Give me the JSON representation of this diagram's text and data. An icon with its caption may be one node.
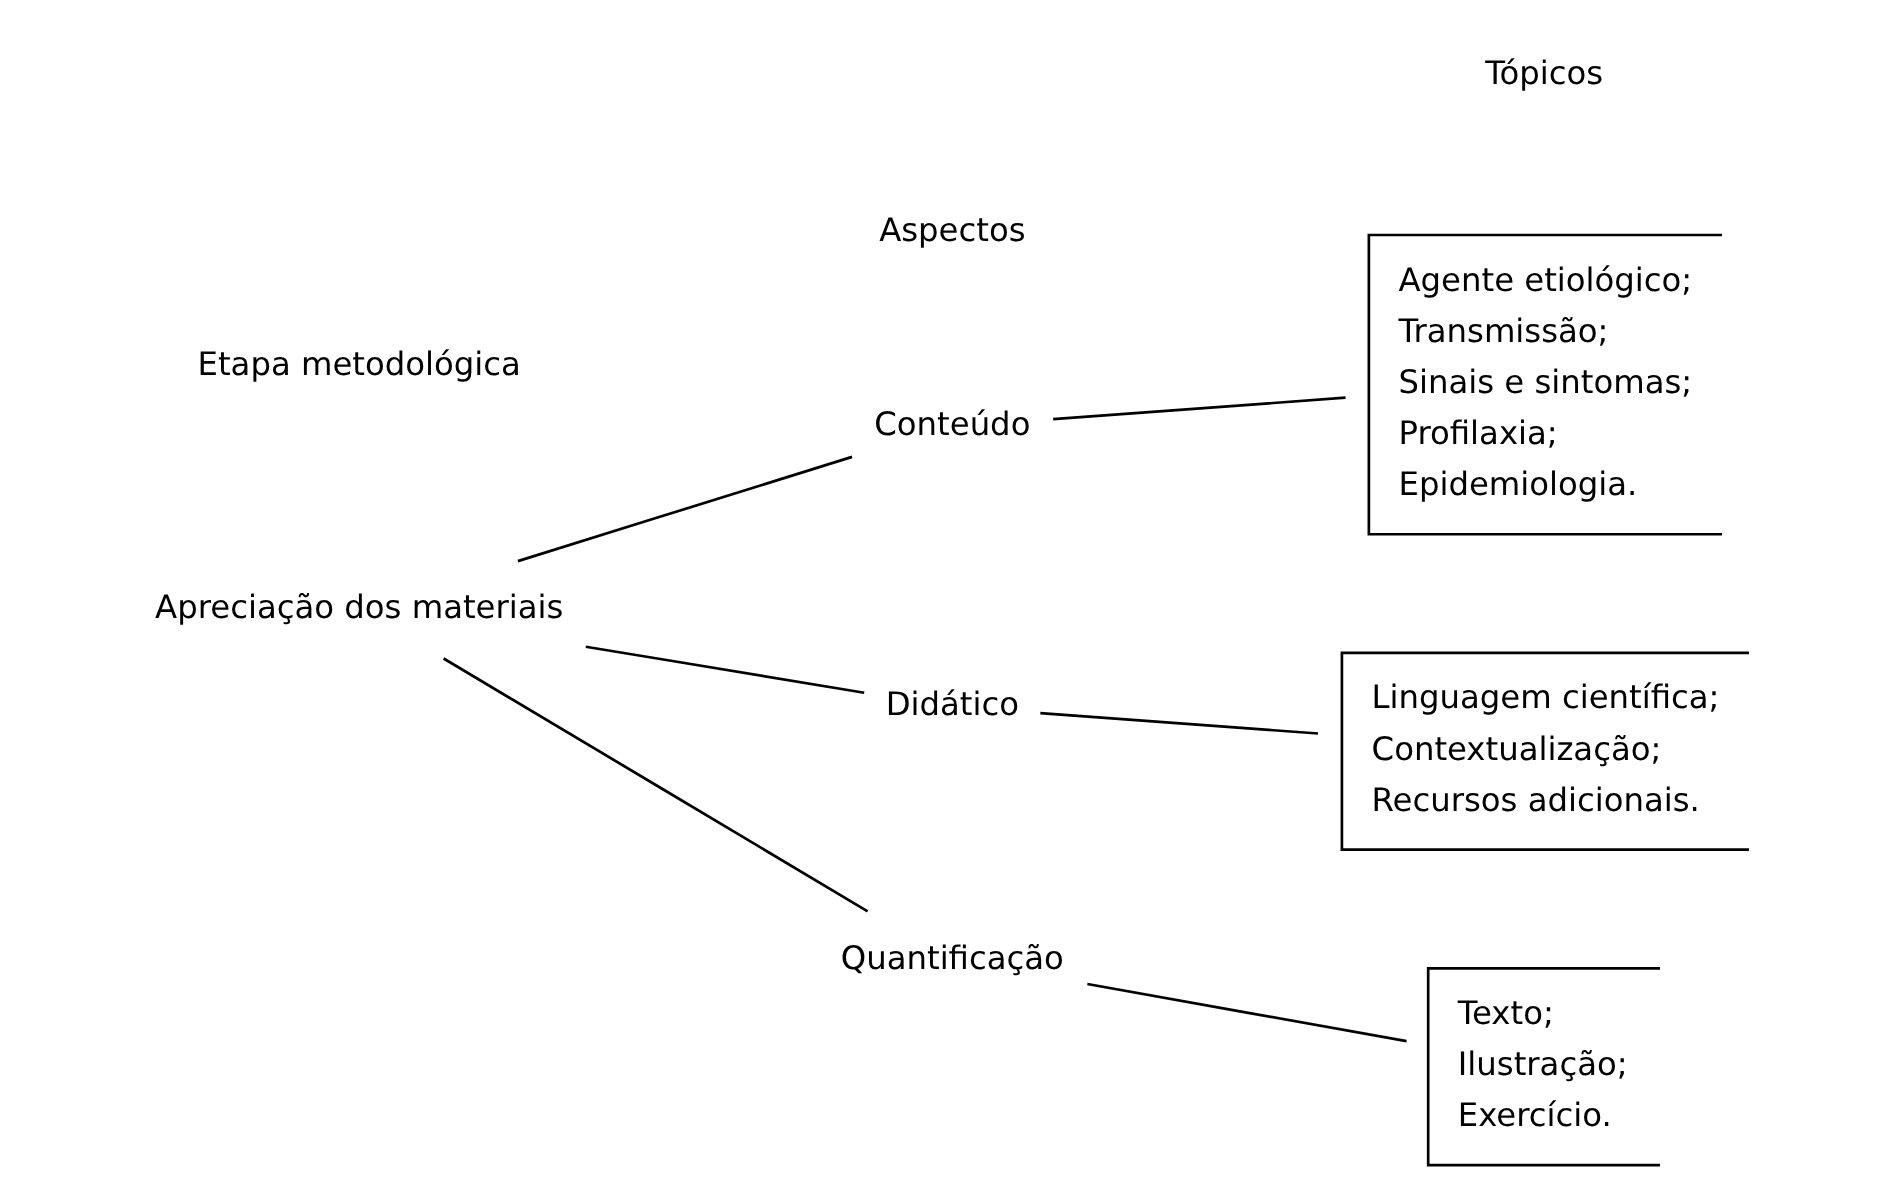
{
  "diagram": {
    "nodes": [
      {
        "text": [
          "Apreciação dos materiais"
        ]
      },
      {
        "text": [
          "Conteúdo"
        ]
      },
      {
        "text": [
          "Didático"
        ]
      },
      {
        "text": [
          "Quantificação"
        ]
      },
      {
        "text": [
          "Agente etiológico;",
          "Transmissão;",
          "Sinais e sintomas;",
          "Profilaxia;",
          "Epidemiologia."
        ]
      },
      {
        "text": [
          "Linguagem científica;",
          "Contextualização;",
          "Recursos adicionais."
        ]
      },
      {
        "text": [
          "Texto;",
          "Ilustração;",
          "Exercício."
        ]
      }
    ],
    "edges": [
      {
        "from": 0,
        "to": 1,
        "arrow": "none"
      },
      {
        "from": 0,
        "to": 2,
        "arrow": "none"
      },
      {
        "from": 0,
        "to": 3,
        "arrow": "none"
      },
      {
        "from": 1,
        "to": 4,
        "arrow": "none"
      },
      {
        "from": 2,
        "to": 5,
        "arrow": "none"
      },
      {
        "from": 3,
        "to": 6,
        "arrow": "none"
      }
    ],
    "labels": [
      "Etapa metodológica",
      "Aspectos",
      "Tópicos"
    ]
  }
}
